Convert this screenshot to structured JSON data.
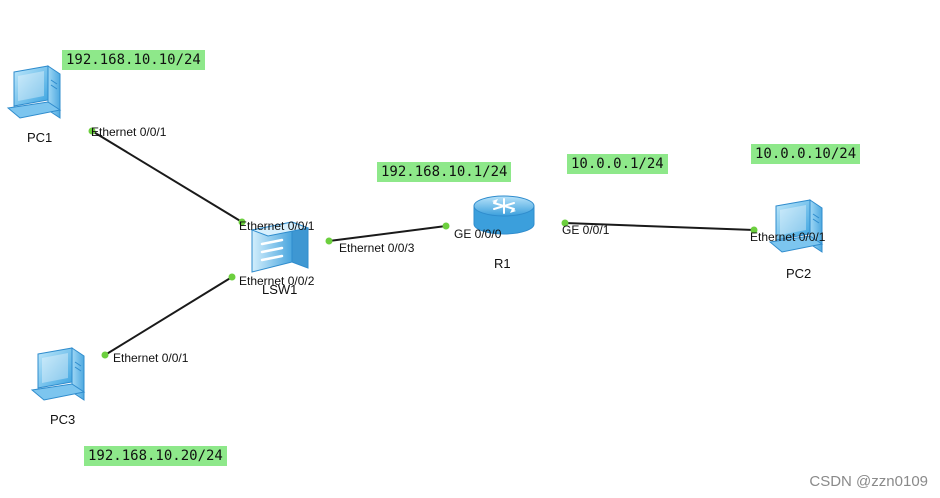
{
  "devices": {
    "pc1": {
      "name": "PC1",
      "ip": "192.168.10.10/24",
      "port": "Ethernet 0/0/1"
    },
    "pc2": {
      "name": "PC2",
      "ip": "10.0.0.10/24",
      "port": "Ethernet 0/0/1"
    },
    "pc3": {
      "name": "PC3",
      "ip": "192.168.10.20/24",
      "port": "Ethernet 0/0/1"
    },
    "lsw1": {
      "name": "LSW1",
      "port1": "Ethernet 0/0/1",
      "port2": "Ethernet 0/0/2",
      "port3": "Ethernet 0/0/3"
    },
    "r1": {
      "name": "R1",
      "ge0": "GE 0/0/0",
      "ge1": "GE 0/0/1",
      "ip_ge0": "192.168.10.1/24",
      "ip_ge1": "10.0.0.1/24"
    }
  },
  "colors": {
    "ip_label_bg": "#8ee88a",
    "port_dot": "#6ccf3e",
    "link": "#1a1a1a",
    "device_blue": "#5bb8ec"
  },
  "watermark": "CSDN @zzn0109"
}
